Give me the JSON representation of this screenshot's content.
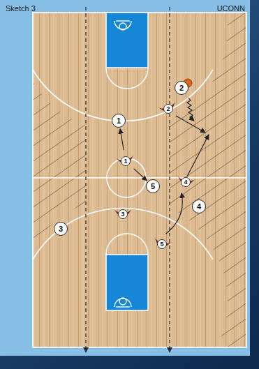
{
  "diagram": {
    "title": "Sketch 3",
    "nodes": [
      {
        "text": [
          "2"
        ]
      },
      {
        "text": [
          "2"
        ]
      },
      {
        "text": [
          "1"
        ]
      },
      {
        "text": [
          "1"
        ]
      },
      {
        "text": [
          "5"
        ]
      },
      {
        "text": [
          "4"
        ]
      },
      {
        "text": [
          "4"
        ]
      },
      {
        "text": [
          "3"
        ]
      },
      {
        "text": [
          "3"
        ]
      },
      {
        "text": [
          "5"
        ]
      }
    ],
    "edges": [
      {
        "from": 3,
        "to": 2,
        "arrow": "to"
      },
      {
        "from": 3,
        "to": 4,
        "arrow": "to"
      },
      {
        "from": 9,
        "to": 5,
        "arrow": "to"
      }
    ],
    "labels": [
      "UCONN"
    ]
  }
}
